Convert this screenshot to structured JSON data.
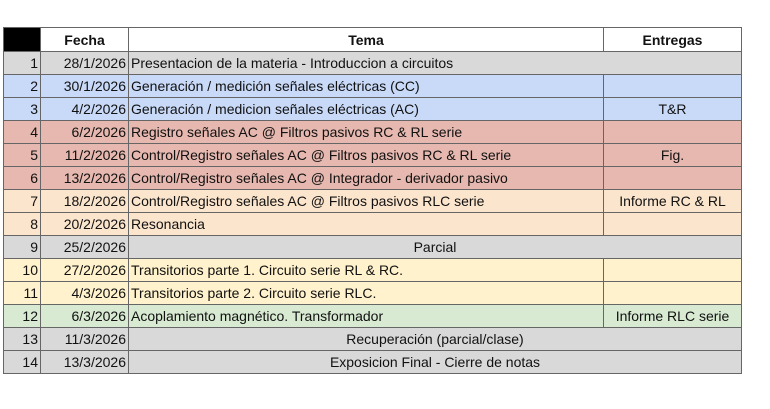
{
  "headers": {
    "fecha": "Fecha",
    "tema": "Tema",
    "entregas": "Entregas"
  },
  "rows": [
    {
      "n": "1",
      "fecha": "28/1/2026",
      "tema": "Presentacion de la materia - Introduccion a circuitos",
      "entregas": "",
      "color": "grey",
      "span": true,
      "center": false
    },
    {
      "n": "2",
      "fecha": "30/1/2026",
      "tema": "Generación / medición señales eléctricas  (CC)",
      "entregas": "",
      "color": "blue"
    },
    {
      "n": "3",
      "fecha": "4/2/2026",
      "tema": "Generación / medicion señales eléctricas  (AC)",
      "entregas": "T&R",
      "color": "blue"
    },
    {
      "n": "4",
      "fecha": "6/2/2026",
      "tema": "Registro señales AC @ Filtros pasivos RC & RL serie",
      "entregas": "",
      "color": "red"
    },
    {
      "n": "5",
      "fecha": "11/2/2026",
      "tema": "Control/Registro señales AC @ Filtros pasivos RC & RL serie",
      "entregas": "Fig.",
      "color": "red"
    },
    {
      "n": "6",
      "fecha": "13/2/2026",
      "tema": "Control/Registro señales AC @ Integrador - derivador pasivo",
      "entregas": "",
      "color": "red"
    },
    {
      "n": "7",
      "fecha": "18/2/2026",
      "tema": "Control/Registro señales AC @ Filtros pasivos RLC serie",
      "entregas": "Informe RC & RL",
      "color": "orange"
    },
    {
      "n": "8",
      "fecha": "20/2/2026",
      "tema": "Resonancia",
      "entregas": "",
      "color": "orange"
    },
    {
      "n": "9",
      "fecha": "25/2/2026",
      "tema": "Parcial",
      "entregas": "",
      "color": "grey",
      "span": true,
      "center": true
    },
    {
      "n": "10",
      "fecha": "27/2/2026",
      "tema": "Transitorios parte 1. Circuito serie RL & RC.",
      "entregas": "",
      "color": "yellow"
    },
    {
      "n": "11",
      "fecha": "4/3/2026",
      "tema": "Transitorios parte 2. Circuito serie RLC.",
      "entregas": "",
      "color": "yellow"
    },
    {
      "n": "12",
      "fecha": "6/3/2026",
      "tema": "Acoplamiento magnético. Transformador",
      "entregas": "Informe RLC serie",
      "color": "green"
    },
    {
      "n": "13",
      "fecha": "11/3/2026",
      "tema": "Recuperación (parcial/clase)",
      "entregas": "",
      "color": "grey",
      "span": true,
      "center": true
    },
    {
      "n": "14",
      "fecha": "13/3/2026",
      "tema": "Exposicion Final - Cierre de notas",
      "entregas": "",
      "color": "grey",
      "span": true,
      "center": true
    }
  ]
}
